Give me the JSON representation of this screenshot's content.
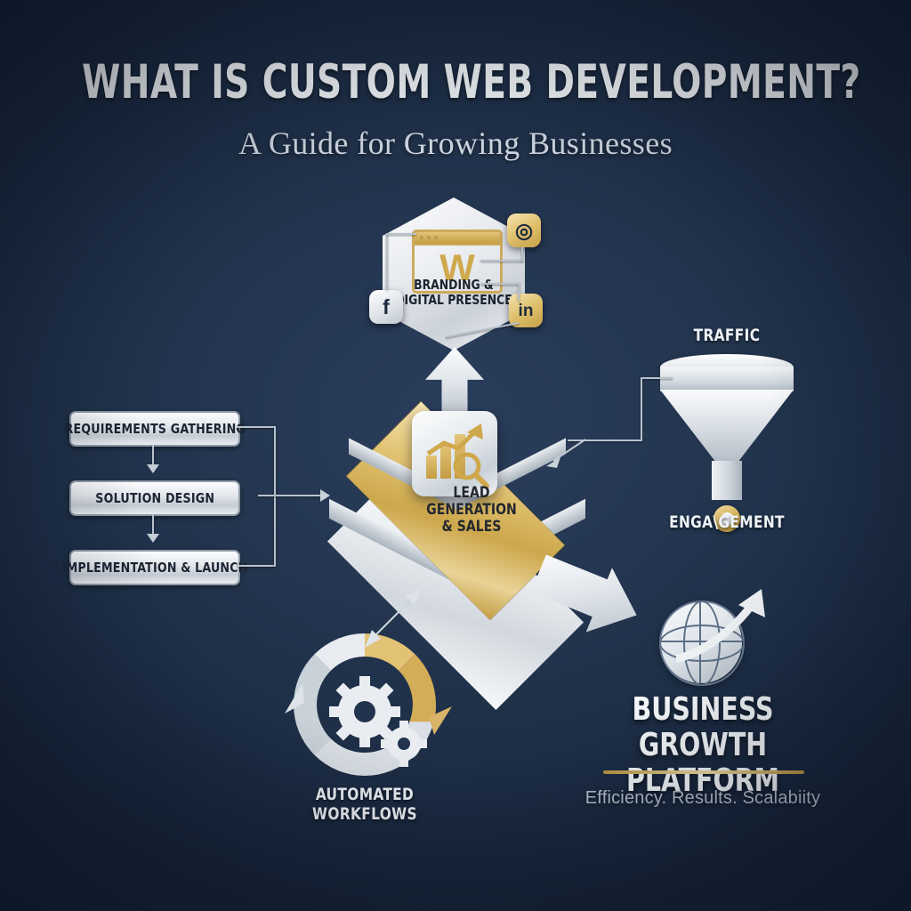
{
  "header": {
    "title": "WHAT IS CUSTOM WEB DEVELOPMENT?",
    "subtitle": "A Guide for Growing Businesses"
  },
  "process": {
    "steps": [
      {
        "label": "REQUIREMENTS GATHERING"
      },
      {
        "label": "SOLUTION DESIGN"
      },
      {
        "label": "IMPLEMENTATION & LAUNCH"
      }
    ]
  },
  "branding": {
    "label_line1": "BRANDING &",
    "label_line2": "DIGITAL PRESENCE",
    "browser_mark": "W",
    "badges": [
      {
        "name": "facebook",
        "glyph": "f",
        "style": "silver"
      },
      {
        "name": "instagram",
        "glyph": "◎",
        "style": "gold"
      },
      {
        "name": "linkedin",
        "glyph": "in",
        "style": "gold"
      }
    ]
  },
  "platform": {
    "label_line1": "LEAD",
    "label_line2": "GENERATION",
    "label_line3": "& SALES"
  },
  "funnel": {
    "top_label": "TRAFFIC",
    "bottom_label": "ENGA\\GEMENT"
  },
  "workflows": {
    "label": "AUTOMATED WORKFLOWS"
  },
  "growth": {
    "title_line1": "BUSINESS GROWTH",
    "title_line2": "PLATFORM",
    "tagline": "Efficiency. Results. Scalabiity"
  },
  "colors": {
    "background": "#1d2e46",
    "gold": "#cfa84c",
    "silver": "#dfe4e9",
    "text_light": "#f2f5f8",
    "text_dark": "#1d2433"
  }
}
